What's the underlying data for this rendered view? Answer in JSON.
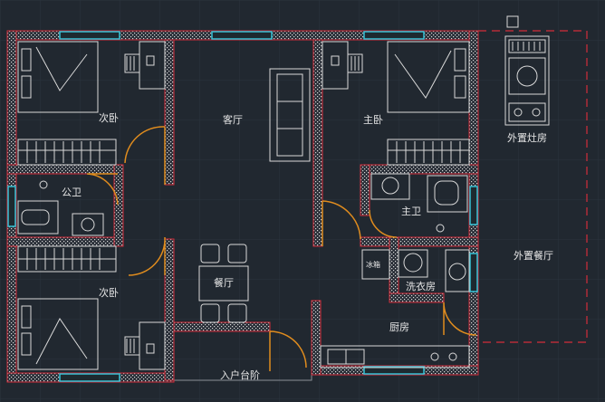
{
  "plan": {
    "rooms": {
      "bedroom_nw": "次卧",
      "living_room": "客厅",
      "master_bedroom": "主卧",
      "outdoor_kitchen": "外置灶房",
      "public_bath": "公卫",
      "master_bath": "主卫",
      "dining_room": "餐厅",
      "bedroom_sw": "次卧",
      "laundry": "洗衣房",
      "outdoor_dining": "外置餐厅",
      "kitchen": "厨房",
      "entrance_steps": "入户台阶",
      "fridge": "冰箱"
    },
    "colors": {
      "background": "#212830",
      "grid": "#2b343e",
      "wall_outline": "#d22d3a",
      "window": "#35c2d6",
      "door_arc": "#e08c1e",
      "furniture": "#d9d9d9",
      "dashed_boundary": "#d22d3a"
    }
  }
}
